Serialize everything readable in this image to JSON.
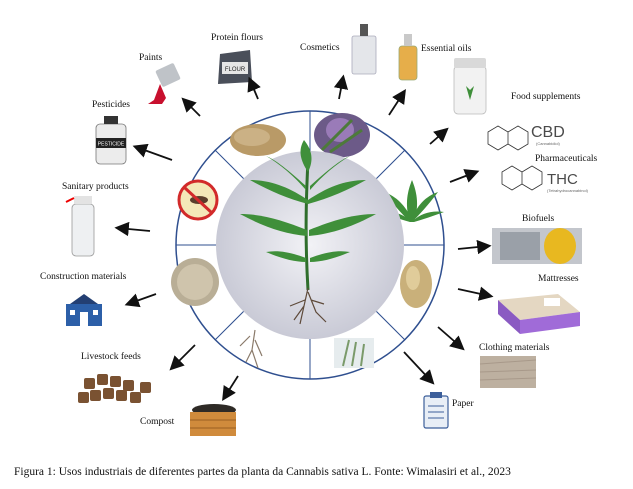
{
  "labels": {
    "protein_flours": "Protein flours",
    "paints": "Paints",
    "cosmetics": "Cosmetics",
    "essential_oils": "Essential oils",
    "pesticides": "Pesticides",
    "food_supplements": "Food supplements",
    "pharmaceuticals": "Pharmaceuticals",
    "sanitary_products": "Sanitary products",
    "biofuels": "Biofuels",
    "construction_materials": "Construction materials",
    "mattresses": "Mattresses",
    "livestock_feeds": "Livestock feeds",
    "clothing_materials": "Clothing materials",
    "compost": "Compost",
    "paper": "Paper"
  },
  "icon_text": {
    "flour_bag": "FLOUR",
    "pesticide_bottle": "PESTICIDE",
    "cbd": "CBD",
    "cbd_sub": "(Cannabidiol)",
    "thc": "THC",
    "thc_sub": "(Tetrahydrocannabinol)"
  },
  "caption": "Figura 1: Usos industriais de diferentes partes da planta da Cannabis sativa L. Fonte: Wimalasiri et al., 2023",
  "colors": {
    "ring": "#2f4f8f",
    "plant_green": "#3f8f3a",
    "arrow": "#111111",
    "center_fill": "#dcdde6"
  }
}
